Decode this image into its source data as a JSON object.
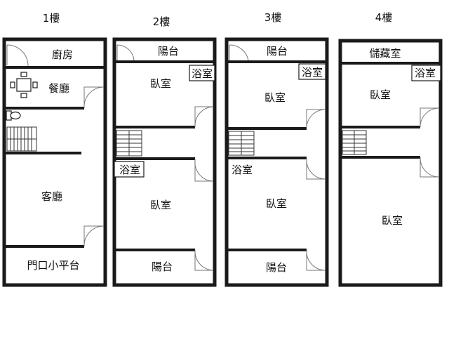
{
  "floors": [
    {
      "label": "1樓",
      "rooms": {
        "kitchen": "廚房",
        "dining": "餐廳",
        "living": "客廳",
        "porch": "門口小平台"
      }
    },
    {
      "label": "2樓",
      "rooms": {
        "balcony_top": "陽台",
        "bath_top": "浴室",
        "bedroom_top": "臥室",
        "bath_bottom": "浴室",
        "bedroom_bottom": "臥室",
        "balcony_bottom": "陽台"
      }
    },
    {
      "label": "3樓",
      "rooms": {
        "balcony_top": "陽台",
        "bath_top": "浴室",
        "bedroom_top": "臥室",
        "bath_bottom": "浴室",
        "bedroom_bottom": "臥室",
        "balcony_bottom": "陽台"
      }
    },
    {
      "label": "4樓",
      "rooms": {
        "storage": "儲藏室",
        "bath_top": "浴室",
        "bedroom_top": "臥室",
        "bedroom_bottom": "臥室"
      }
    }
  ]
}
